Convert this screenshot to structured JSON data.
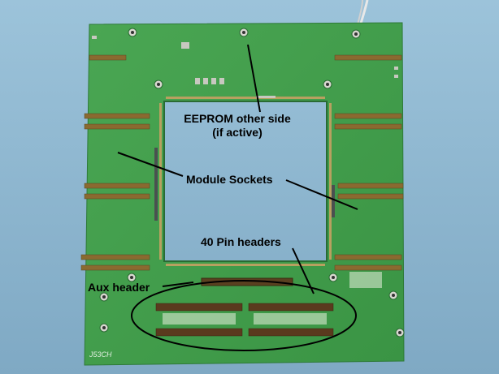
{
  "annotations": {
    "eeprom_line1": "EEPROM other side",
    "eeprom_line2": "(if active)",
    "module_sockets": "Module Sockets",
    "pin_headers": "40 Pin headers",
    "aux_header": "Aux header"
  },
  "board_marking": "J53CH",
  "colors": {
    "background": "#8fb7d0",
    "pcb": "#3f9a4a",
    "pcb_dark": "#2f7a3a",
    "cutout": "#8fb7d0",
    "annotation": "#000000"
  }
}
